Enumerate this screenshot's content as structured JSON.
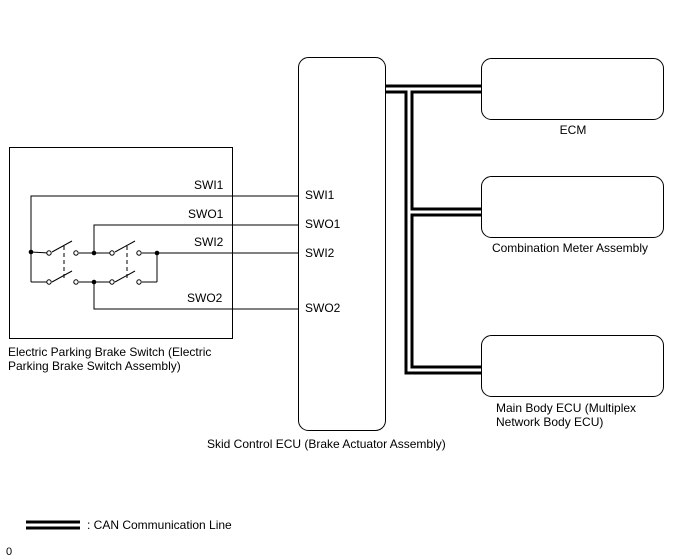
{
  "switch": {
    "label": "Electric Parking Brake Switch (Electric\nParking Brake Switch Assembly)",
    "pins": [
      "SWI1",
      "SWO1",
      "SWI2",
      "SWO2"
    ]
  },
  "skid_ecu": {
    "label": "Skid Control ECU (Brake Actuator Assembly)",
    "pins": [
      "SWI1",
      "SWO1",
      "SWI2",
      "SWO2"
    ]
  },
  "ecm": {
    "label": "ECM"
  },
  "combination_meter": {
    "label": "Combination Meter Assembly"
  },
  "main_body_ecu": {
    "label": "Main Body ECU (Multiplex\nNetwork Body ECU)"
  },
  "legend": {
    "can_line": ": CAN Communication Line"
  },
  "footer": {
    "code": "0"
  },
  "colors": {
    "line": "#000000",
    "background": "#ffffff"
  }
}
